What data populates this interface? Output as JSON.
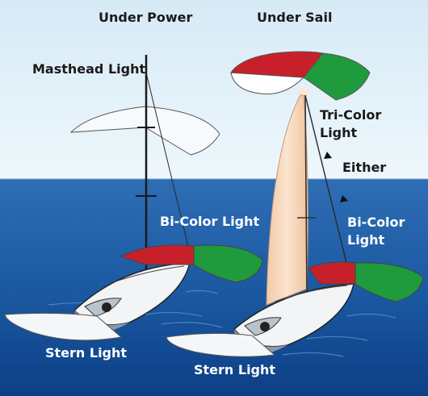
{
  "headings": {
    "under_power": "Under Power",
    "under_sail": "Under Sail"
  },
  "labels": {
    "masthead_light": "Masthead Light",
    "tri_color_line1": "Tri-Color",
    "tri_color_line2": "Light",
    "either": "Either",
    "bicolor_left": "Bi-Color Light",
    "bicolor_right_line1": "Bi-Color",
    "bicolor_right_line2": "Light",
    "stern_light_left": "Stern Light",
    "stern_light_right": "Stern Light"
  },
  "colors": {
    "port_red": "#c8202a",
    "starboard_green": "#1f9a3c",
    "white_light": "#ffffff",
    "sky": "#dff0f9",
    "water": "#1a5aa0",
    "sail": "#f6d2b2"
  }
}
